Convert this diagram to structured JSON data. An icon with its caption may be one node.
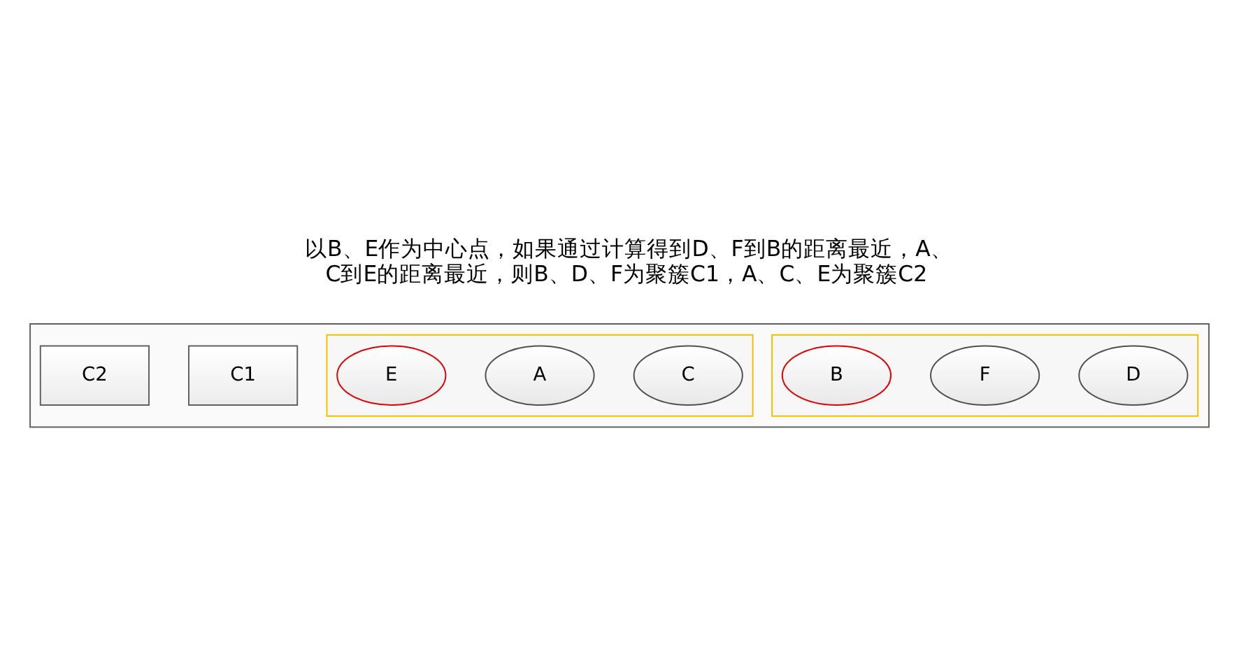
{
  "diagram": {
    "title": "以B、E作为中心点，如果通过计算得到D、F到B的距离最近，A、C到E的距离最近，则B、D、F为聚簇C1，A、C、E为聚簇C2",
    "nodes": [
      {
        "text": [],
        "shape": "box"
      },
      {
        "text": [],
        "shape": "box",
        "in": 0
      },
      {
        "text": [
          "D"
        ],
        "in": 1
      },
      {
        "text": [
          "F"
        ],
        "in": 1
      },
      {
        "text": [
          "B"
        ],
        "in": 1
      },
      {
        "text": [
          "C1"
        ],
        "in": 0
      },
      {
        "text": [],
        "shape": "box",
        "in": 0
      },
      {
        "text": [
          "C"
        ],
        "in": 6
      },
      {
        "text": [
          "A"
        ],
        "in": 6
      },
      {
        "text": [
          "E"
        ],
        "in": 6
      },
      {
        "text": [
          "C2"
        ],
        "in": 0
      }
    ],
    "edges": []
  }
}
